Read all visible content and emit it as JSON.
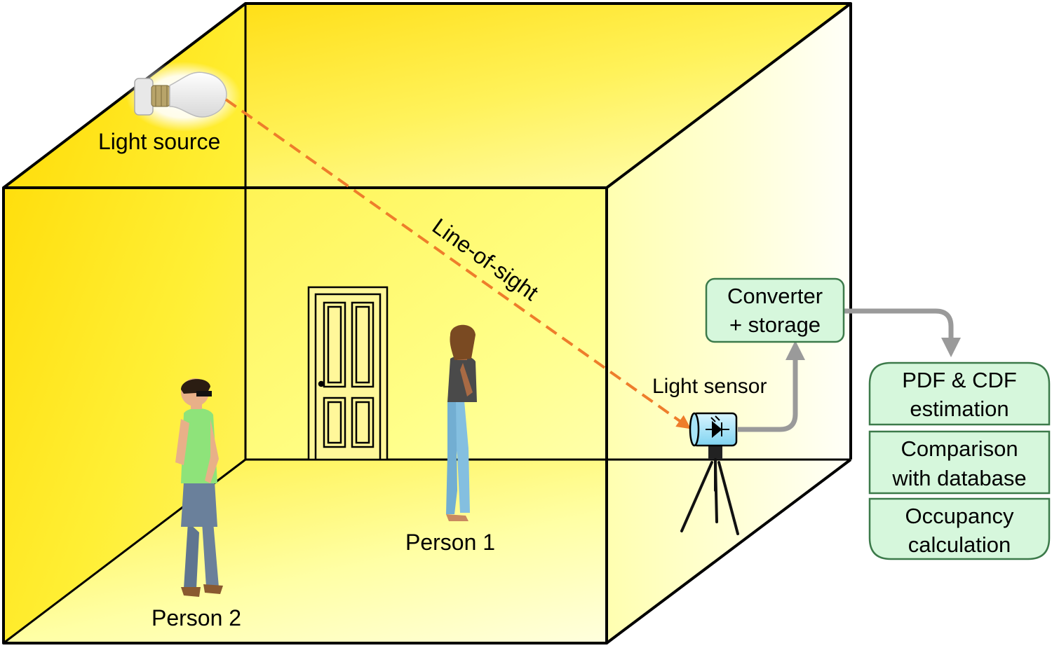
{
  "labels": {
    "light_source": "Light source",
    "line_of_sight": "Line-of-sight",
    "light_sensor": "Light sensor",
    "person_1": "Person 1",
    "person_2": "Person 2"
  },
  "converter_box": {
    "line1": "Converter",
    "line2": "+ storage"
  },
  "pipeline": [
    {
      "line1": "PDF & CDF",
      "line2": "estimation"
    },
    {
      "line1": "Comparison",
      "line2": "with database"
    },
    {
      "line1": "Occupancy",
      "line2": "calculation"
    }
  ],
  "colors": {
    "room_yellow": "#ffe600",
    "room_light": "#ffffd0",
    "ray_orange": "#ee7d2b",
    "box_green": "#d6f7dc",
    "box_border": "#3c7a4a",
    "arrow_gray": "#9a9a9a"
  }
}
